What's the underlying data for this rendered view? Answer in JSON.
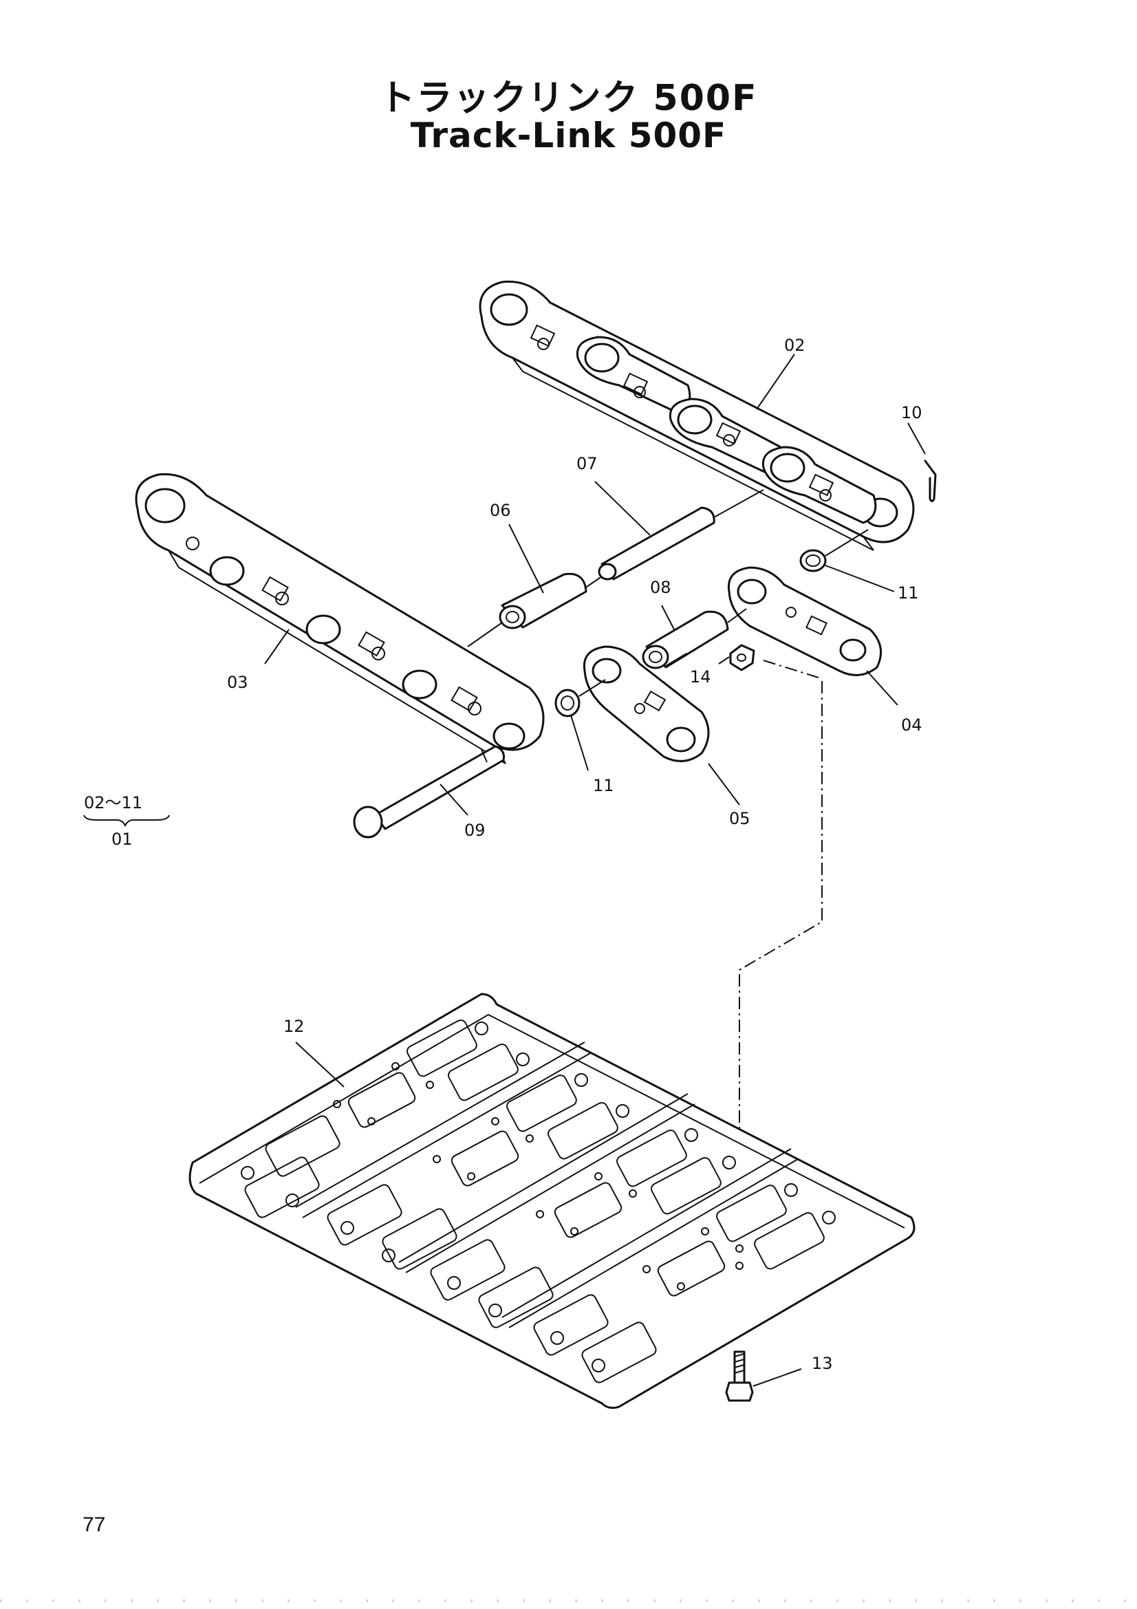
{
  "title": {
    "japanese": "トラックリンク 500F",
    "english": "Track-Link 500F"
  },
  "callouts": [
    {
      "id": "02",
      "label": "02"
    },
    {
      "id": "03",
      "label": "03"
    },
    {
      "id": "04",
      "label": "04"
    },
    {
      "id": "05",
      "label": "05"
    },
    {
      "id": "06",
      "label": "06"
    },
    {
      "id": "07",
      "label": "07"
    },
    {
      "id": "08",
      "label": "08"
    },
    {
      "id": "09",
      "label": "09"
    },
    {
      "id": "10",
      "label": "10"
    },
    {
      "id": "11a",
      "label": "11"
    },
    {
      "id": "11b",
      "label": "11"
    },
    {
      "id": "12",
      "label": "12"
    },
    {
      "id": "13",
      "label": "13"
    },
    {
      "id": "14",
      "label": "14"
    }
  ],
  "assembly_note": {
    "range": "02～11",
    "assembly": "01"
  },
  "page_number": "77"
}
